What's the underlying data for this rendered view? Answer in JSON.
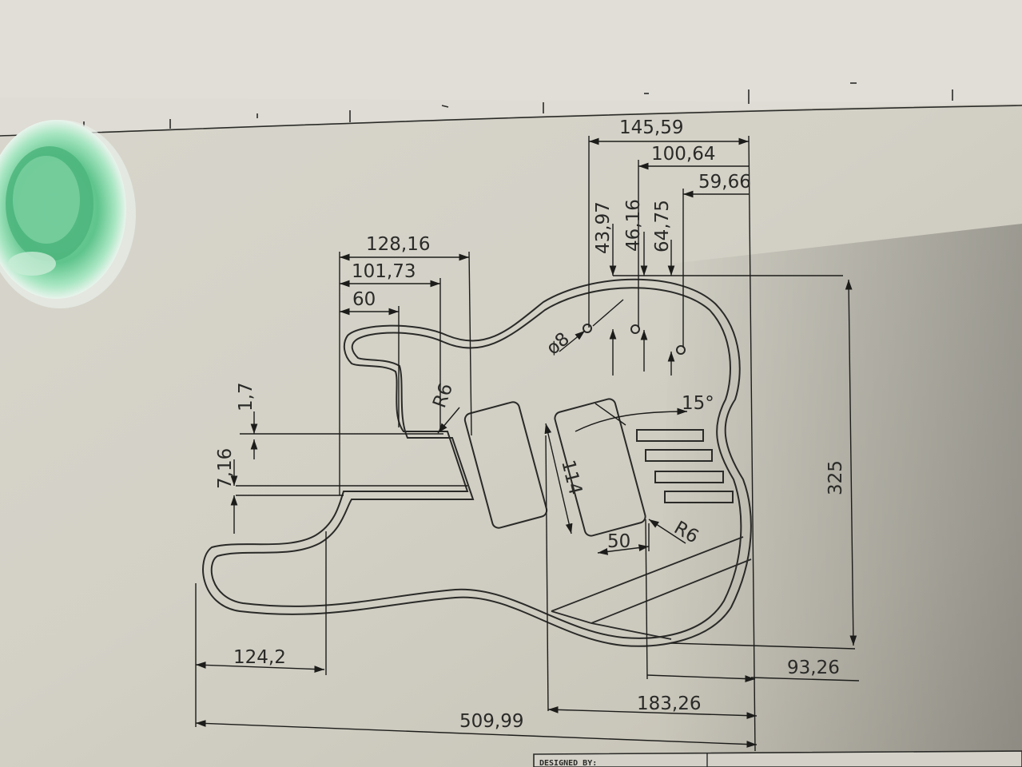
{
  "drawing": {
    "dimensions": {
      "d_145_59": "145,59",
      "d_100_64": "100,64",
      "d_59_66": "59,66",
      "d_43_97": "43,97",
      "d_46_16": "46,16",
      "d_64_75": "64,75",
      "d_128_16": "128,16",
      "d_101_73": "101,73",
      "d_60": "60",
      "d_dia_8": "ø8",
      "d_1_7": "1,7",
      "d_7_16": "7,16",
      "d_r6_neck": "R6",
      "d_15_deg": "15°",
      "d_114": "114",
      "d_50": "50",
      "d_r6_pickup": "R6",
      "d_325": "325",
      "d_124_2": "124,2",
      "d_93_26": "93,26",
      "d_183_26": "183,26",
      "d_509_99": "509,99"
    },
    "title_block": {
      "designed_by_label": "DESIGNED BY:"
    }
  }
}
